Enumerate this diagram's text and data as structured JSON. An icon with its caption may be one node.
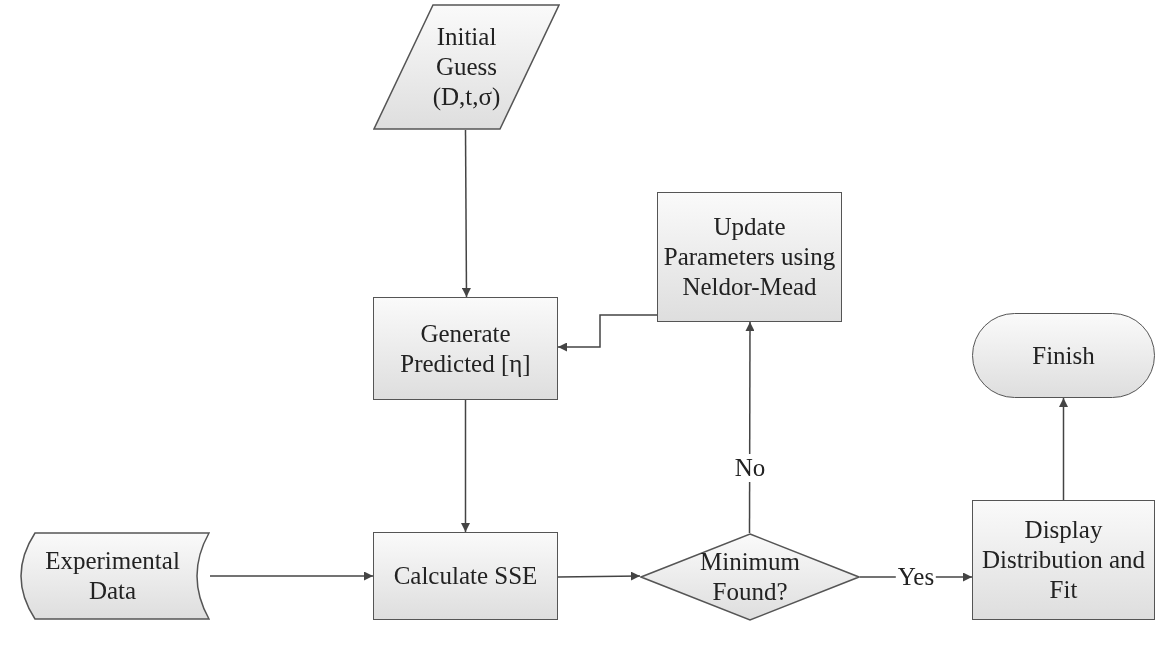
{
  "diagram": {
    "nodes": [
      {
        "text": [
          "Initial Guess (D,t,σ)"
        ]
      },
      {
        "text": [
          "Generate Predicted [η]"
        ]
      },
      {
        "text": [
          "Update Parameters using Neldor-Mead"
        ]
      },
      {
        "text": [
          "Finish"
        ]
      },
      {
        "text": [
          "Experimental Data"
        ]
      },
      {
        "text": [
          "Calculate SSE"
        ]
      },
      {
        "text": [
          "Minimum Found?"
        ]
      },
      {
        "text": [
          "Display Distribution and Fit"
        ]
      }
    ],
    "edges": [
      {
        "from": 0,
        "to": 1,
        "arrow": "to"
      },
      {
        "from": 2,
        "to": 1,
        "arrow": "to"
      },
      {
        "from": 1,
        "to": 5,
        "arrow": "to"
      },
      {
        "from": 4,
        "to": 5,
        "arrow": "to"
      },
      {
        "from": 5,
        "to": 6,
        "arrow": "to"
      },
      {
        "from": 6,
        "to": 2,
        "arrow": "to",
        "label": "No"
      },
      {
        "from": 6,
        "to": 7,
        "arrow": "to",
        "label": "Yes"
      },
      {
        "from": 7,
        "to": 3,
        "arrow": "to"
      }
    ]
  }
}
